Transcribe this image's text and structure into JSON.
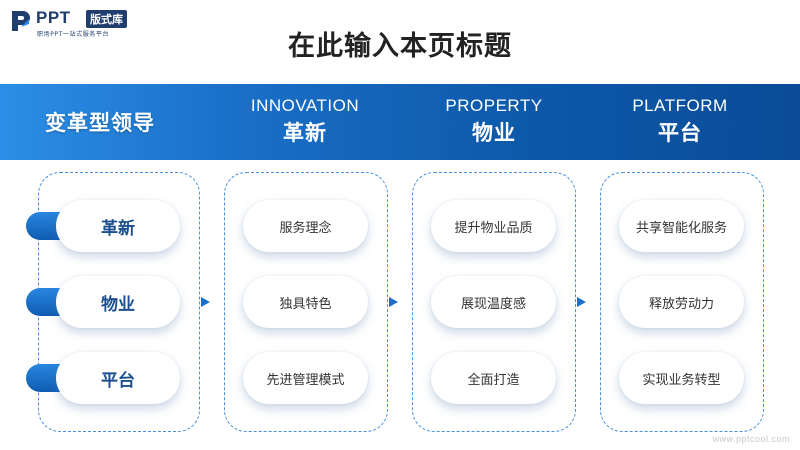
{
  "logo": {
    "brand": "PPT",
    "badge": "版式库",
    "tagline": "职场PPT一站式服务平台"
  },
  "title": "在此输入本页标题",
  "banner": {
    "head": "变革型领导",
    "columns": [
      {
        "en": "INNOVATION",
        "cn": "革新"
      },
      {
        "en": "PROPERTY",
        "cn": "物业"
      },
      {
        "en": "PLATFORM",
        "cn": "平台"
      }
    ]
  },
  "categories": [
    "革新",
    "物业",
    "平台"
  ],
  "groups": [
    {
      "items": [
        "服务理念",
        "独具特色",
        "先进管理模式"
      ]
    },
    {
      "items": [
        "提升物业品质",
        "展现温度感",
        "全面打造"
      ]
    },
    {
      "items": [
        "共享智能化服务",
        "释放劳动力",
        "实现业务转型"
      ]
    }
  ],
  "watermark": "www.pptcool.com",
  "colors": {
    "accent": "#1a6fc7",
    "dark": "#0a4c98",
    "title": "#222222"
  }
}
